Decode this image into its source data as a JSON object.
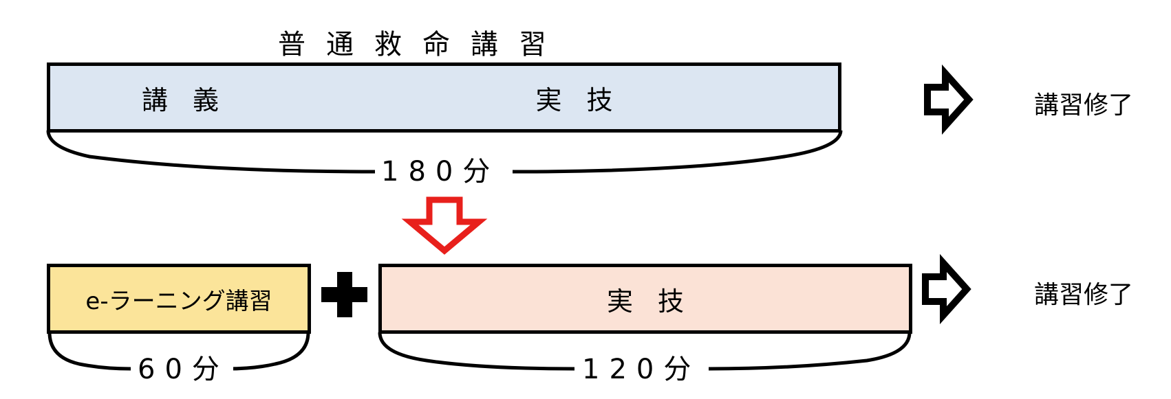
{
  "diagram": {
    "title": "普通救命講習",
    "before": {
      "segments": [
        {
          "label": "講義",
          "color": "#dce6f2"
        },
        {
          "label": "実技",
          "color": "#dce6f2"
        }
      ],
      "duration": "180分",
      "result": "講習修了"
    },
    "transition_arrow": {
      "icon": "down-arrow-icon",
      "color": "#e8201c"
    },
    "after": {
      "segments": [
        {
          "label": "e-ラーニング講習",
          "color": "#fbe49a",
          "duration": "60分"
        },
        {
          "label": "実技",
          "color": "#fbe2d6",
          "duration": "120分"
        }
      ],
      "joiner_icon": "plus-icon",
      "result": "講習修了"
    },
    "result_arrow": {
      "icon": "right-arrow-icon",
      "color": "#000000"
    }
  }
}
